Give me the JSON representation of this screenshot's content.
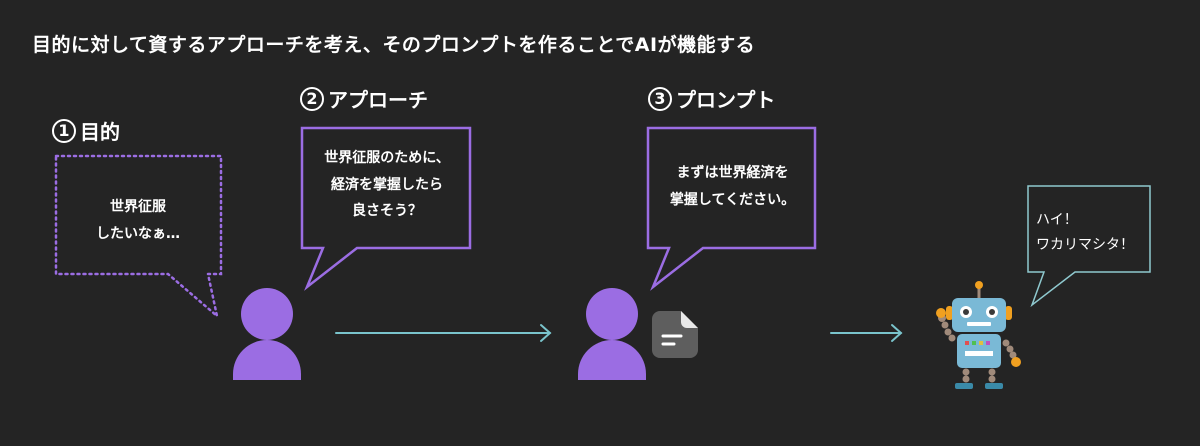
{
  "headline": "目的に対して資するアプローチを考え、そのプロンプトを作ることでAIが機能する",
  "steps": [
    {
      "num": "1",
      "label": "目的",
      "bubble_lines": [
        "世界征服",
        "したいなぁ…"
      ]
    },
    {
      "num": "2",
      "label": "アプローチ",
      "bubble_lines": [
        "世界征服のために、",
        "経済を掌握したら",
        "良さそう？"
      ]
    },
    {
      "num": "3",
      "label": "プロンプト",
      "bubble_lines": [
        "まずは世界経済を",
        "掌握してください。"
      ]
    }
  ],
  "robot_bubble_lines": [
    "ハイ！",
    "ワカリマシタ！"
  ],
  "colors": {
    "background": "#242424",
    "purple": "#9b6de3",
    "cyan_arrow": "#7ac4cc",
    "robot_bubble_border": "#8fc9cf"
  },
  "icons": [
    "person-icon",
    "document-icon",
    "robot-icon",
    "arrow-right-icon"
  ]
}
